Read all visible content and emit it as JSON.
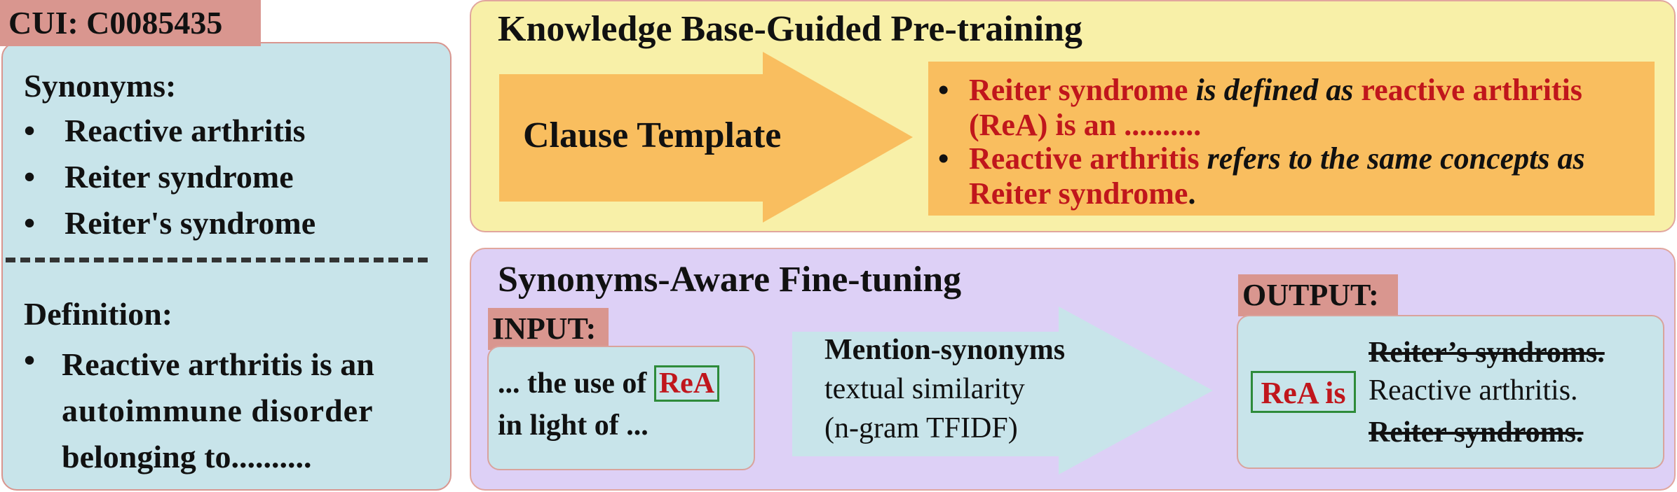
{
  "cui": {
    "label": "CUI: C0085435"
  },
  "left_panel": {
    "synonyms_heading": "Synonyms:",
    "synonyms": [
      "Reactive arthritis",
      "Reiter syndrome",
      "Reiter's syndrome"
    ],
    "definition_heading": "Definition:",
    "definition_lines": [
      "Reactive arthritis is an",
      "autoimmune disorder",
      "belonging to.........."
    ]
  },
  "pretraining": {
    "title": "Knowledge Base-Guided Pre-training",
    "arrow_label": "Clause Template",
    "bullet1": {
      "term1": "Reiter syndrome",
      "phrase": " is defined as ",
      "term2": "reactive arthritis",
      "cont": "(ReA) is an .........."
    },
    "bullet2": {
      "term1": "Reactive arthritis",
      "phrase": " refers to the same concepts as",
      "term2": "Reiter syndrome",
      "end": "."
    }
  },
  "finetuning": {
    "title": "Synonyms-Aware Fine-tuning",
    "input_label": "INPUT:",
    "input_prefix": "... the use of",
    "input_highlight": "ReA",
    "input_line2": "in light of ...",
    "arrow_lines": [
      "Mention-synonyms",
      "textual similarity",
      "(n-gram TFIDF)"
    ],
    "output_label": "OUTPUT:",
    "output_highlight": "ReA is",
    "output_options": [
      "Reiter’s syndroms.",
      "Reactive arthritis.",
      "Reiter syndroms."
    ]
  },
  "colors": {
    "red_text": "#c0161c",
    "cui_tag": "#d9968f",
    "left_panel_bg": "#c8e4ea",
    "pretrain_bg": "#f8f0a8",
    "finetune_bg": "#ddd0f6",
    "orange_arrow": "#f9be5f",
    "green_box": "#2e8b3a"
  }
}
